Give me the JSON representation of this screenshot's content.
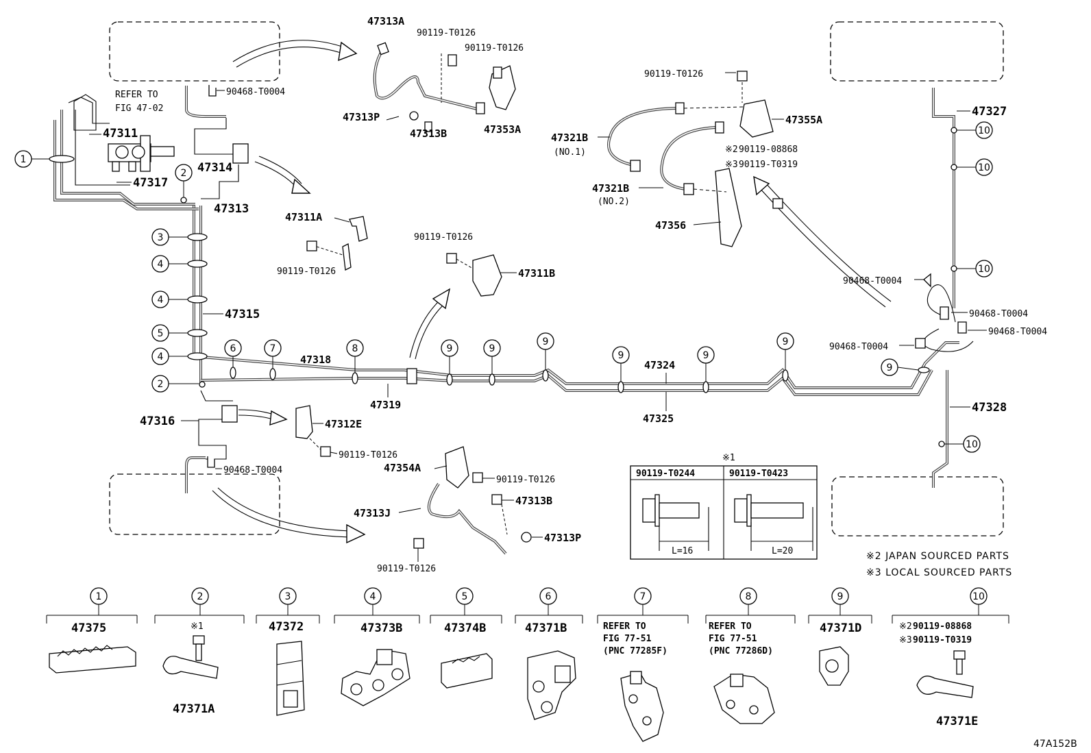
{
  "figure_code": "47A152B",
  "parts": {
    "p47313A": "47313A",
    "p90119T0126": "90119-T0126",
    "p47313P": "47313P",
    "p47313B": "47313B",
    "p47353A": "47353A",
    "p90468T0004": "90468-T0004",
    "refer_to": "REFER TO",
    "fig_47_02": "FIG 47-02",
    "p47311": "47311",
    "p47314": "47314",
    "p47317": "47317",
    "p47313": "47313",
    "p47311A": "47311A",
    "p47315": "47315",
    "p47318": "47318",
    "p47319": "47319",
    "p47311B": "47311B",
    "p47316": "47316",
    "p47312E": "47312E",
    "p47354A": "47354A",
    "p47313J": "47313J",
    "p47324": "47324",
    "p47325": "47325",
    "p47321B": "47321B",
    "no1": "(NO.1)",
    "no2": "(NO.2)",
    "p47355A": "47355A",
    "p47356": "47356",
    "p90119_08868": "90119-08868",
    "p90119_T0319": "90119-T0319",
    "p47327": "47327",
    "p47328": "47328"
  },
  "markers": {
    "m1": "※1",
    "m2": "※2",
    "m3": "※3"
  },
  "notes": {
    "japan": "※2 JAPAN SOURCED PARTS",
    "local": "※3 LOCAL SOURCED PARTS"
  },
  "bolt_table": {
    "col1_part": "90119-T0244",
    "col1_len": "L=16",
    "col2_part": "90119-T0423",
    "col2_len": "L=20"
  },
  "callouts": [
    "1",
    "2",
    "3",
    "4",
    "5",
    "6",
    "7",
    "8",
    "9",
    "10"
  ],
  "legend": {
    "c1": "47375",
    "c2": "47371A",
    "c3": "47372",
    "c4": "47373B",
    "c5": "47374B",
    "c6": "47371B",
    "c7_line1": "REFER TO",
    "c7_line2": "FIG 77-51",
    "c7_line3": "(PNC 77285F)",
    "c8_line1": "REFER TO",
    "c8_line2": "FIG 77-51",
    "c8_line3": "(PNC 77286D)",
    "c9": "47371D",
    "c10": "47371E"
  }
}
